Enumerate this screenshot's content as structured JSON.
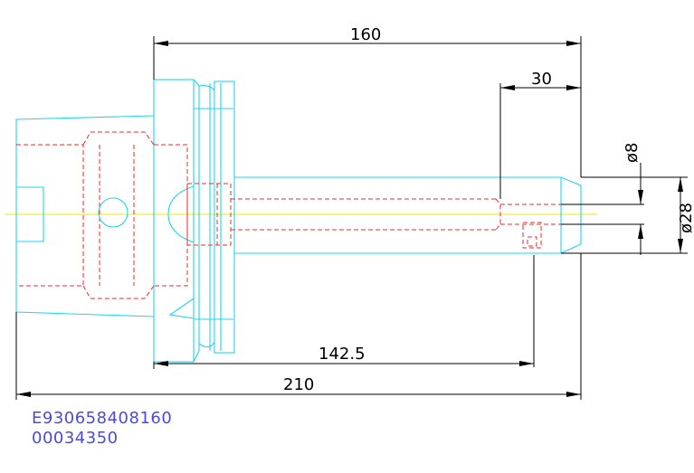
{
  "dimensions": {
    "overall_top": "160",
    "tip_length": "30",
    "bore_diameter": "ø8",
    "outer_diameter": "ø28",
    "inner_length": "142.5",
    "overall_total": "210"
  },
  "part_codes": [
    "E930658408160",
    "00034350"
  ],
  "colors": {
    "outline": "#22d3ee",
    "hidden": "#ef2b2b",
    "dimension": "#000000",
    "centerline": "#e8e800",
    "code_text": "#4b4bd6"
  }
}
